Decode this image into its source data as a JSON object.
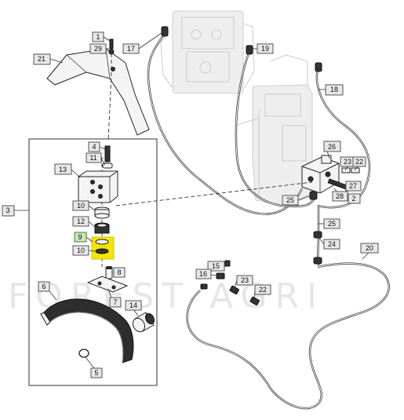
{
  "watermark": "FOREST AGRI",
  "callouts": {
    "c1": "1",
    "c29": "29",
    "c17": "17",
    "c19": "19",
    "c21": "21",
    "c18": "18",
    "c3": "3",
    "c4": "4",
    "c11": "11",
    "c13": "13",
    "c26": "26",
    "c23a": "23",
    "c22a": "22",
    "c27": "27",
    "c28": "28",
    "c2": "2",
    "c25a": "25",
    "c25b": "25",
    "c10a": "10",
    "c12": "12",
    "c9": "9",
    "c10b": "10",
    "c24": "24",
    "c20": "20",
    "c15": "15",
    "c16": "16",
    "c23b": "23",
    "c22b": "22",
    "c8": "8",
    "c6": "6",
    "c7": "7",
    "c14": "14",
    "c5": "5"
  },
  "highlight": {
    "part": "9",
    "color": "#f2e600"
  }
}
